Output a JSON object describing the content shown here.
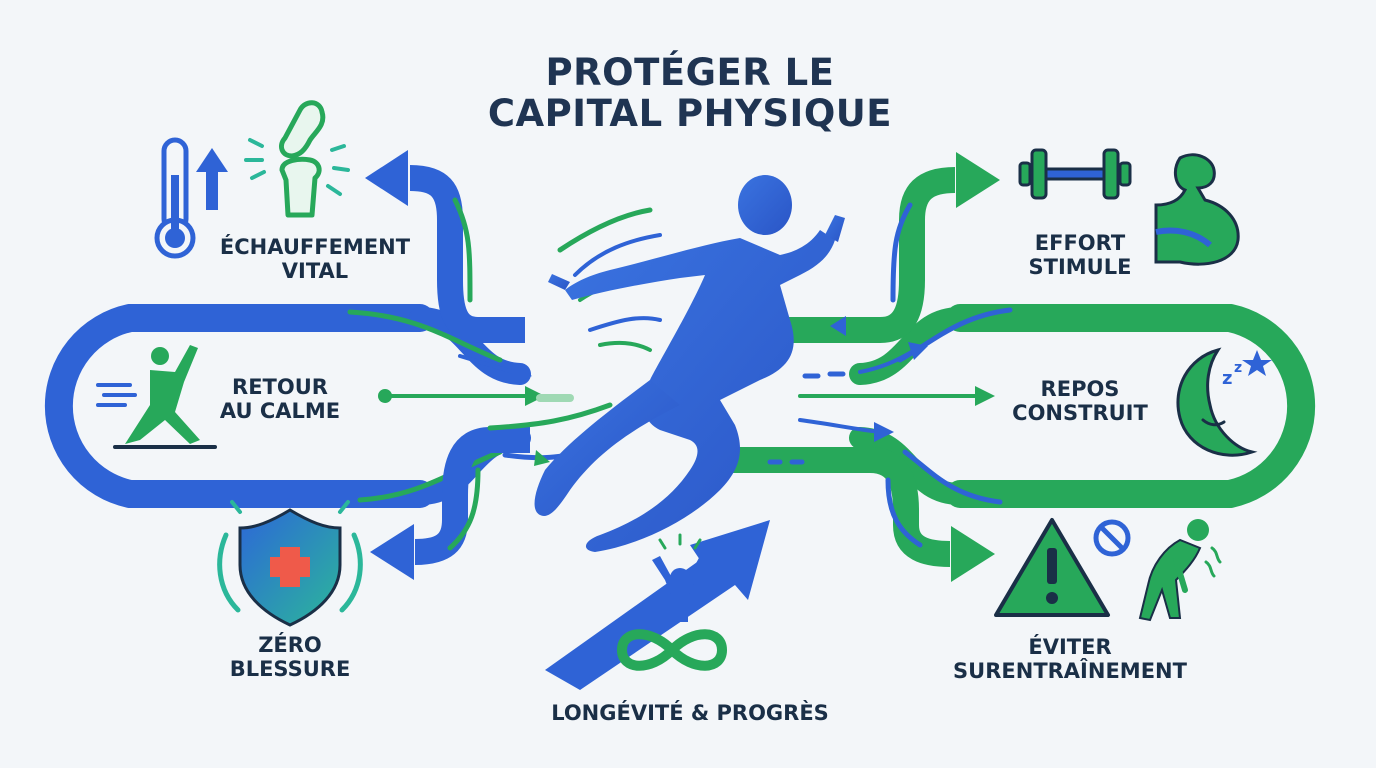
{
  "title": {
    "line1": "PROTÉGER LE",
    "line2": "CAPITAL PHYSIQUE"
  },
  "nodes": {
    "warmup": {
      "line1": "ÉCHAUFFEMENT",
      "line2": "VITAL"
    },
    "cooldown": {
      "line1": "RETOUR",
      "line2": "AU CALME"
    },
    "no_injury": {
      "line1": "ZÉRO",
      "line2": "BLESSURE"
    },
    "effort": {
      "line1": "EFFORT",
      "line2": "STIMULE"
    },
    "rest": {
      "line1": "REPOS",
      "line2": "CONSTRUIT"
    },
    "overtrain": {
      "line1": "ÉVITER",
      "line2": "SURENTRAÎNEMENT"
    },
    "longevity": {
      "line1": "LONGÉVITÉ & PROGRÈS"
    }
  },
  "icons": {
    "warmup": [
      "thermometer-icon",
      "arrow-up-icon",
      "knee-joint-icon"
    ],
    "cooldown": [
      "stretching-person-icon"
    ],
    "no_injury": [
      "medical-shield-icon"
    ],
    "effort": [
      "dumbbell-icon",
      "flexed-arm-icon"
    ],
    "rest": [
      "moon-sleep-icon",
      "star-icon"
    ],
    "overtrain": [
      "warning-triangle-icon",
      "prohibited-icon",
      "exhausted-person-icon"
    ],
    "longevity": [
      "cheering-person-icon",
      "infinity-icon",
      "rising-arrow-icon"
    ],
    "center": [
      "runner-icon"
    ]
  },
  "colors": {
    "blue": "#2f63d6",
    "blue_dark": "#2a55c6",
    "green": "#27a85a",
    "teal": "#2bb79a",
    "red": "#ef5a4a",
    "text": "#1a2f47"
  }
}
